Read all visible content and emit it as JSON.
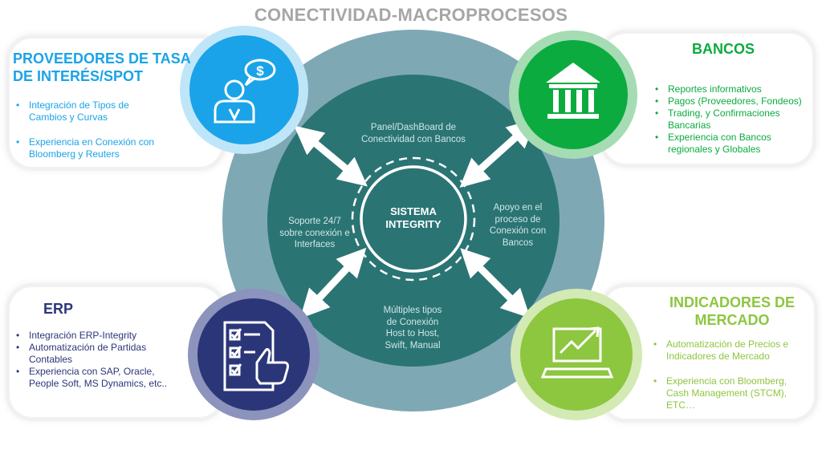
{
  "title": "CONECTIVIDAD-MACROPROCESOS",
  "colors": {
    "outer_ring": "#7fa8b5",
    "inner_circle": "#2b7474",
    "proveedores": "#1aa3e8",
    "bancos": "#0bab3f",
    "erp": "#2b3679",
    "indicadores": "#8dc63f"
  },
  "center": {
    "label_line1": "SISTEMA",
    "label_line2": "INTEGRITY",
    "top_text_1": "Panel/DashBoard de",
    "top_text_2": "Conectividad con Bancos",
    "left_text_1": "Soporte 24/7",
    "left_text_2": "sobre conexión e",
    "left_text_3": "Interfaces",
    "right_text_1": "Apoyo en el",
    "right_text_2": "proceso de",
    "right_text_3": "Conexión con",
    "right_text_4": "Bancos",
    "bottom_text_1": "Múltiples tipos",
    "bottom_text_2": "de Conexión",
    "bottom_text_3": "Host to Host,",
    "bottom_text_4": "Swift, Manual"
  },
  "proveedores": {
    "title_line1": "PROVEEDORES DE TASA",
    "title_line2": "DE INTERÉS/SPOT",
    "icon": "person-dollar-icon",
    "items": [
      [
        "Integración de Tipos de",
        "Cambios y Curvas"
      ],
      [
        "Experiencia en Conexión con",
        "Bloomberg y Reuters"
      ]
    ]
  },
  "bancos": {
    "title": "BANCOS",
    "icon": "bank-icon",
    "items": [
      [
        "Reportes informativos"
      ],
      [
        "Pagos (Proveedores, Fondeos)"
      ],
      [
        "Trading, y Confirmaciones",
        "Bancarias"
      ],
      [
        "Experiencia con Bancos",
        "regionales y Globales"
      ]
    ]
  },
  "erp": {
    "title": "ERP",
    "icon": "checklist-thumbs-up-icon",
    "items": [
      [
        "Integración ERP-Integrity"
      ],
      [
        "Automatización de Partidas",
        "Contables"
      ],
      [
        "Experiencia con SAP, Oracle,",
        "People Soft, MS Dynamics, etc.."
      ]
    ]
  },
  "indicadores": {
    "title_line1": "INDICADORES DE",
    "title_line2": "MERCADO",
    "icon": "laptop-chart-icon",
    "items": [
      [
        "Automatización de Precios e",
        "Indicadores de Mercado"
      ],
      [
        "Experiencia con Bloomberg,",
        "Cash Management (STCM),",
        "ETC…"
      ]
    ]
  }
}
